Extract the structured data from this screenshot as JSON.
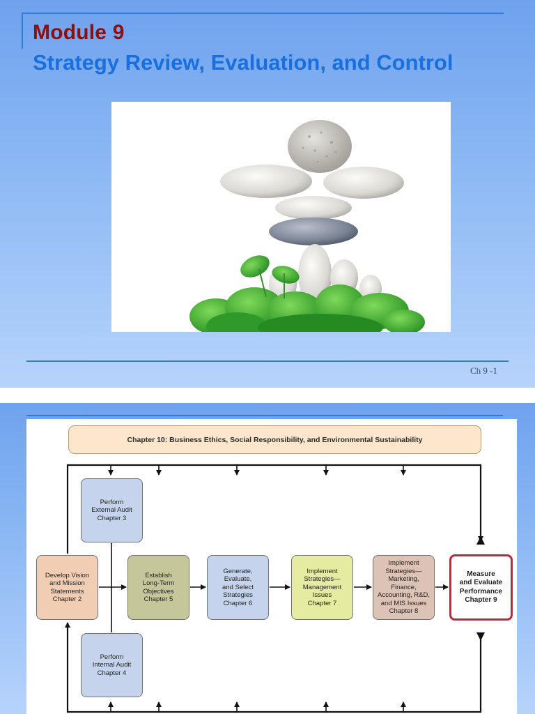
{
  "slide1": {
    "title": "Module 9",
    "subtitle": "Strategy Review, Evaluation, and Control",
    "photo_icon": "balanced-stones-image",
    "slide_number": "Ch 9 -1"
  },
  "slide2": {
    "banner": "Chapter 10: Business Ethics, Social Responsibility, and Environmental Sustainability",
    "boxes": {
      "external_audit": "Perform\nExternal Audit\nChapter 3",
      "internal_audit": "Perform\nInternal Audit\nChapter 4",
      "vision": "Develop Vision\nand Mission\nStatements\nChapter 2",
      "objectives": "Establish\nLong-Term\nObjectives\nChapter 5",
      "strategies": "Generate,\nEvaluate,\nand Select\nStrategies\nChapter 6",
      "management": "Implement\nStrategies—\nManagement\nIssues\nChapter 7",
      "marketing": "Implement\nStrategies—\nMarketing,\nFinance,\nAccounting, R&D,\nand MIS Issues\nChapter 8",
      "measure": "Measure\nand Evaluate\nPerformance\nChapter 9"
    }
  },
  "colors": {
    "title_red": "#8b1010",
    "subtitle_blue": "#1a6fe0",
    "measure_border": "#c0283a"
  }
}
